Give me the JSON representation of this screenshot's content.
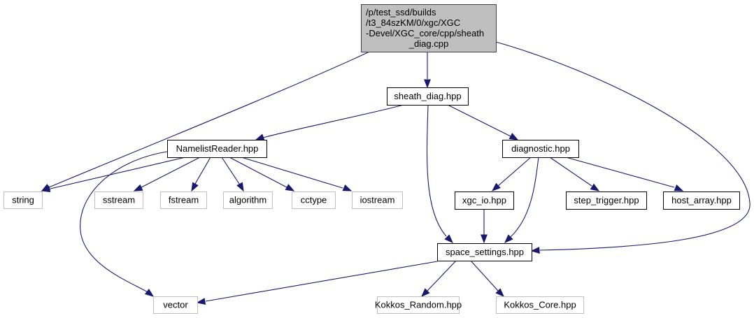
{
  "diagram": {
    "type": "include-dependency-graph",
    "colors": {
      "edge": "#191970",
      "root_fill": "#bfbfbf",
      "root_border": "#404040",
      "documented_border": "#000000",
      "external_border": "#bfbfbf",
      "external_text": "#000000",
      "node_fill": "#ffffff"
    },
    "nodes": [
      {
        "id": "root",
        "kind": "root",
        "lines": [
          "/p/test_ssd/builds",
          "/t3_84szKM/0/xgc/XGC",
          "-Devel/XGC_core/cpp/sheath",
          "_diag.cpp"
        ]
      },
      {
        "id": "sheath_diag",
        "kind": "documented",
        "lines": [
          "sheath_diag.hpp"
        ]
      },
      {
        "id": "namelist",
        "kind": "documented",
        "lines": [
          "NamelistReader.hpp"
        ]
      },
      {
        "id": "diagnostic",
        "kind": "documented",
        "lines": [
          "diagnostic.hpp"
        ]
      },
      {
        "id": "string",
        "kind": "external",
        "lines": [
          "string"
        ]
      },
      {
        "id": "sstream",
        "kind": "external",
        "lines": [
          "sstream"
        ]
      },
      {
        "id": "fstream",
        "kind": "external",
        "lines": [
          "fstream"
        ]
      },
      {
        "id": "algorithm",
        "kind": "external",
        "lines": [
          "algorithm"
        ]
      },
      {
        "id": "cctype",
        "kind": "external",
        "lines": [
          "cctype"
        ]
      },
      {
        "id": "iostream",
        "kind": "external",
        "lines": [
          "iostream"
        ]
      },
      {
        "id": "xgc_io",
        "kind": "documented",
        "lines": [
          "xgc_io.hpp"
        ]
      },
      {
        "id": "step_trigger",
        "kind": "documented",
        "lines": [
          "step_trigger.hpp"
        ]
      },
      {
        "id": "host_array",
        "kind": "documented",
        "lines": [
          "host_array.hpp"
        ]
      },
      {
        "id": "space_settings",
        "kind": "documented",
        "lines": [
          "space_settings.hpp"
        ]
      },
      {
        "id": "vector",
        "kind": "external",
        "lines": [
          "vector"
        ]
      },
      {
        "id": "kokkos_random",
        "kind": "external",
        "lines": [
          "Kokkos_Random.hpp"
        ]
      },
      {
        "id": "kokkos_core",
        "kind": "external",
        "lines": [
          "Kokkos_Core.hpp"
        ]
      }
    ],
    "edges": [
      {
        "from": "root",
        "to": "sheath_diag"
      },
      {
        "from": "root",
        "to": "string"
      },
      {
        "from": "root",
        "to": "space_settings"
      },
      {
        "from": "sheath_diag",
        "to": "namelist"
      },
      {
        "from": "sheath_diag",
        "to": "diagnostic"
      },
      {
        "from": "sheath_diag",
        "to": "space_settings"
      },
      {
        "from": "namelist",
        "to": "string"
      },
      {
        "from": "namelist",
        "to": "sstream"
      },
      {
        "from": "namelist",
        "to": "fstream"
      },
      {
        "from": "namelist",
        "to": "algorithm"
      },
      {
        "from": "namelist",
        "to": "cctype"
      },
      {
        "from": "namelist",
        "to": "iostream"
      },
      {
        "from": "namelist",
        "to": "vector"
      },
      {
        "from": "diagnostic",
        "to": "xgc_io"
      },
      {
        "from": "diagnostic",
        "to": "step_trigger"
      },
      {
        "from": "diagnostic",
        "to": "host_array"
      },
      {
        "from": "diagnostic",
        "to": "space_settings"
      },
      {
        "from": "xgc_io",
        "to": "space_settings"
      },
      {
        "from": "space_settings",
        "to": "vector"
      },
      {
        "from": "space_settings",
        "to": "kokkos_random"
      },
      {
        "from": "space_settings",
        "to": "kokkos_core"
      }
    ]
  }
}
